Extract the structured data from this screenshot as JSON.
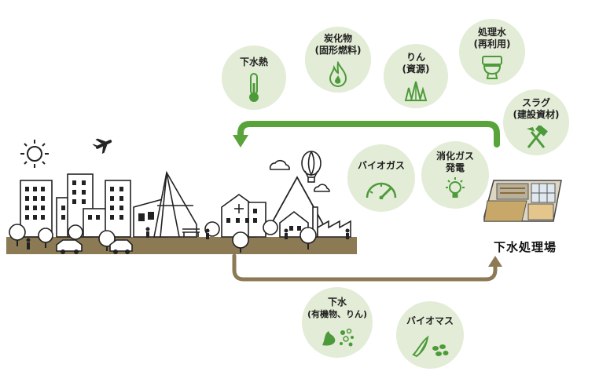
{
  "resources": {
    "heat": {
      "label": "下水熱",
      "icon": "thermometer-icon"
    },
    "charcoal": {
      "line1": "炭化物",
      "line2": "(固形燃料)",
      "icon": "flame-icon"
    },
    "phosphorus": {
      "line1": "りん",
      "line2": "(資源)",
      "icon": "crystal-icon"
    },
    "treated_water": {
      "line1": "処理水",
      "line2": "(再利用)",
      "icon": "toilet-icon"
    },
    "slag": {
      "line1": "スラグ",
      "line2": "(建設資材)",
      "icon": "hammer-icon"
    },
    "biogas": {
      "label": "バイオガス",
      "icon": "gauge-icon"
    },
    "digestion_gas_power": {
      "line1": "消化ガス",
      "line2": "発電",
      "icon": "lightbulb-icon"
    }
  },
  "inputs": {
    "sewage": {
      "line1": "下水",
      "line2": "(有機物、りん)",
      "icon": "organic-matter-icon"
    },
    "biomass": {
      "label": "バイオマス",
      "icon": "biomass-icon"
    }
  },
  "plant": {
    "label": "下水処理場"
  },
  "colors": {
    "arrow_green": "#58a43b",
    "arrow_brown": "#8c7a55",
    "ground": "#8c7a55",
    "circle_fill": "#e3ecd6",
    "icon_green": "#4c9a3a"
  }
}
